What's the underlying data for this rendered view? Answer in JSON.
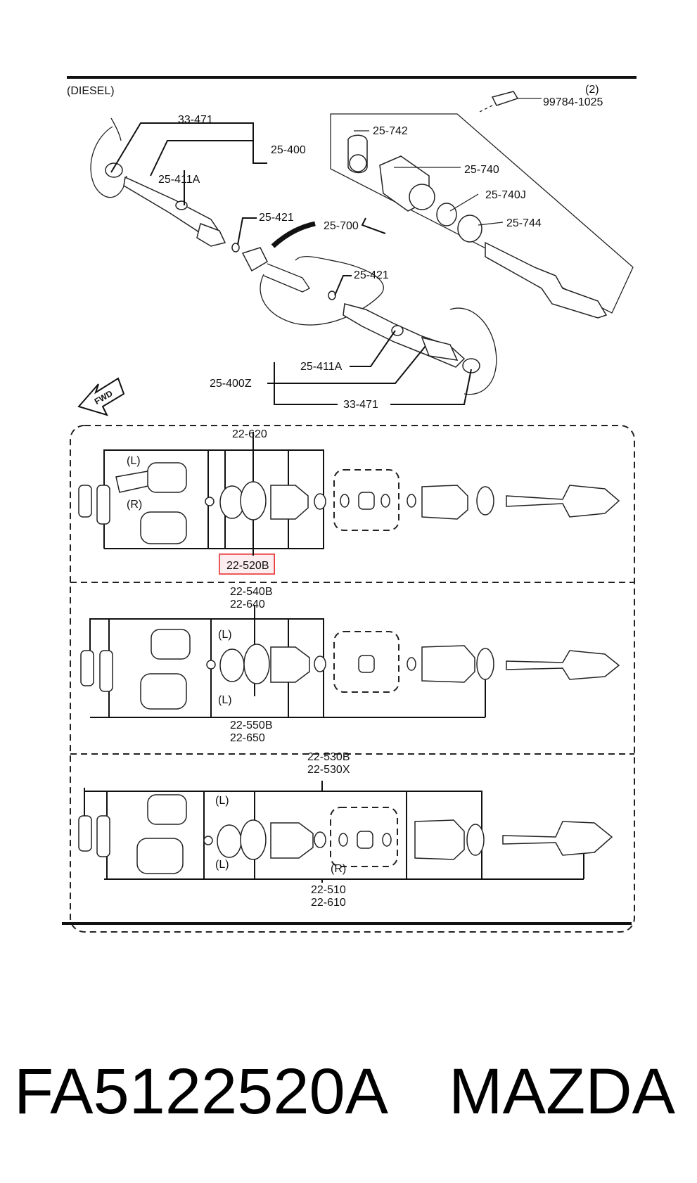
{
  "diagram": {
    "variant": "(DIESEL)",
    "fwd": "FWD",
    "top_labels": {
      "l_33_471_a": "33-471",
      "l_25_400": "25-400",
      "l_25_411a_a": "25-411A",
      "l_25_421_a": "25-421",
      "l_25_700": "25-700",
      "l_25_421_b": "25-421",
      "l_25_411a_b": "25-411A",
      "l_25_400z": "25-400Z",
      "l_33_471_b": "33-471",
      "l_25_742": "25-742",
      "l_25_740": "25-740",
      "l_25_740j": "25-740J",
      "l_25_744": "25-744",
      "l_qty2": "(2)",
      "l_99784": "99784-1025"
    },
    "panel1": {
      "top": "22-620",
      "bottom": "22-520B",
      "left_tag": "(L)",
      "right_tag": "(R)"
    },
    "panel2": {
      "top1": "22-540B",
      "top2": "22-640",
      "bot1": "22-550B",
      "bot2": "22-650",
      "tag_a": "(L)",
      "tag_b": "(L)"
    },
    "panel3": {
      "top1": "22-530B",
      "top2": "22-530X",
      "bot1": "22-510",
      "bot2": "22-610",
      "tag_a": "(L)",
      "tag_b": "(L)",
      "tag_r": "(R)"
    },
    "highlight_color": "#e8393c"
  },
  "caption": {
    "part_number": "FA5122520A",
    "brand": "MAZDA"
  }
}
